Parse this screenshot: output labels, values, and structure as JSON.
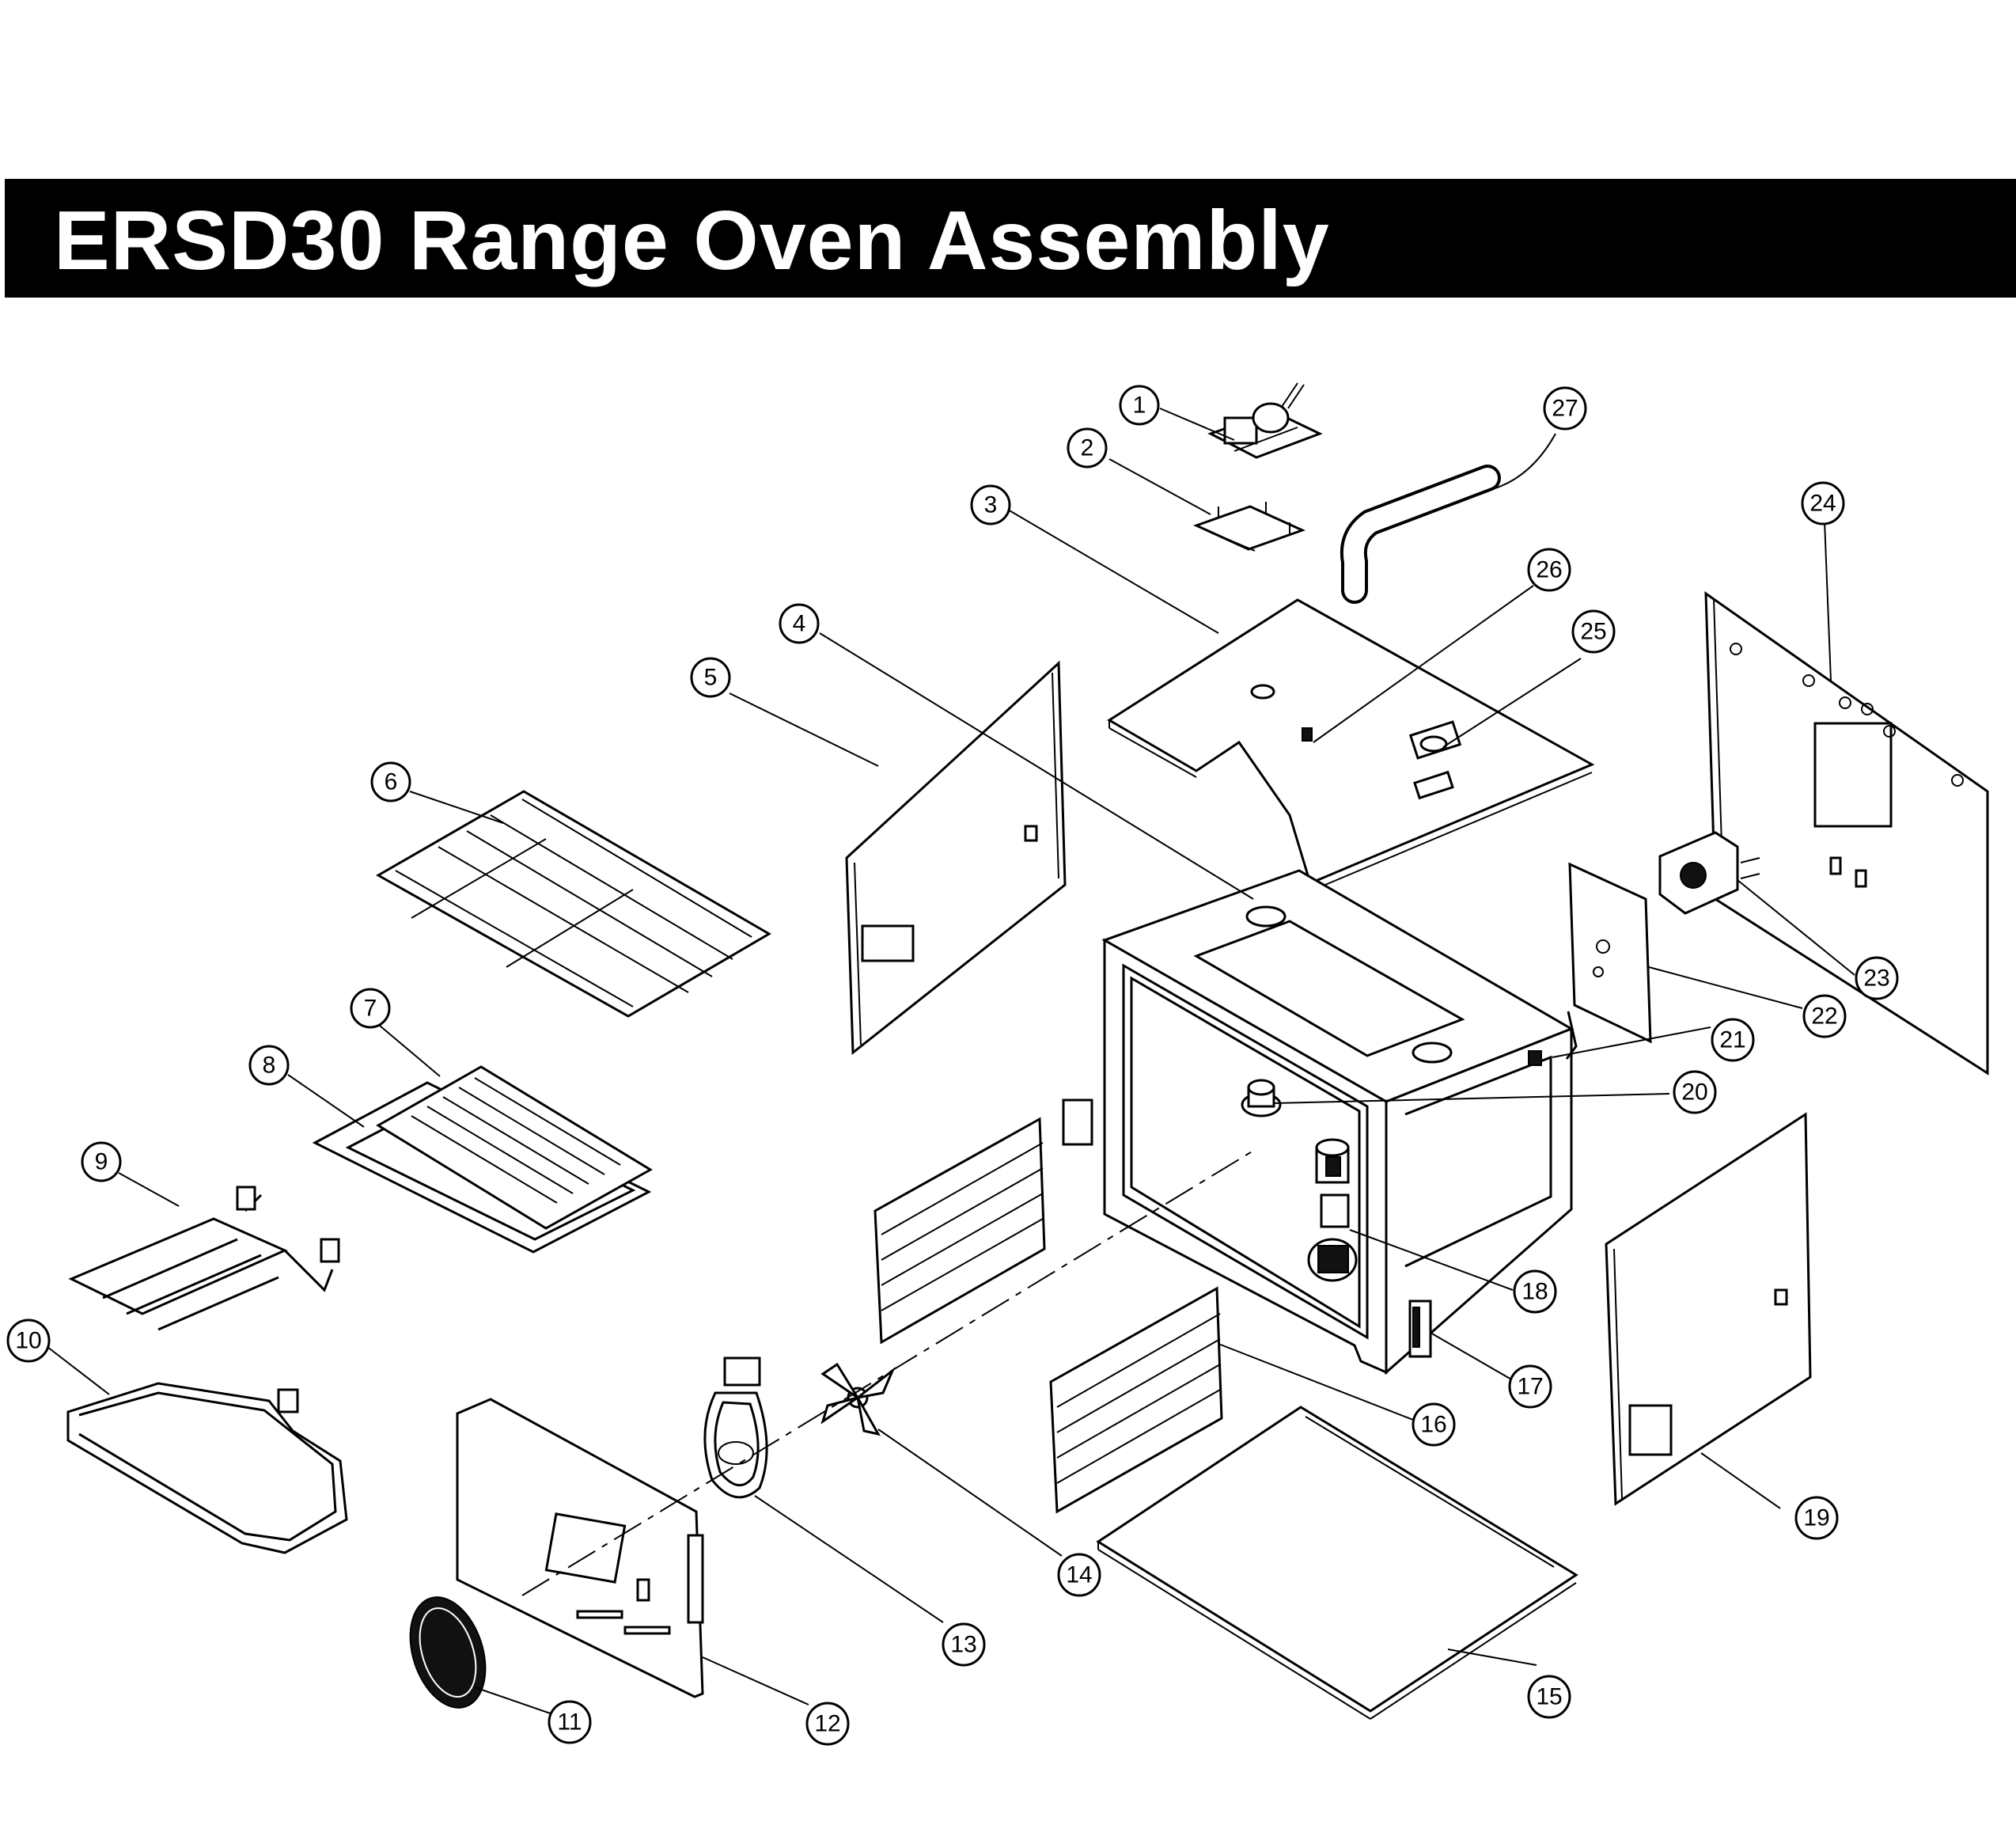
{
  "title": "ERSD30 Range Oven Assembly",
  "callouts": [
    {
      "id": "callout-1",
      "label": "1"
    },
    {
      "id": "callout-2",
      "label": "2"
    },
    {
      "id": "callout-3",
      "label": "3"
    },
    {
      "id": "callout-4",
      "label": "4"
    },
    {
      "id": "callout-5",
      "label": "5"
    },
    {
      "id": "callout-6",
      "label": "6"
    },
    {
      "id": "callout-7",
      "label": "7"
    },
    {
      "id": "callout-8",
      "label": "8"
    },
    {
      "id": "callout-9",
      "label": "9"
    },
    {
      "id": "callout-10",
      "label": "10"
    },
    {
      "id": "callout-11",
      "label": "11"
    },
    {
      "id": "callout-12",
      "label": "12"
    },
    {
      "id": "callout-13",
      "label": "13"
    },
    {
      "id": "callout-14",
      "label": "14"
    },
    {
      "id": "callout-15",
      "label": "15"
    },
    {
      "id": "callout-16",
      "label": "16"
    },
    {
      "id": "callout-17",
      "label": "17"
    },
    {
      "id": "callout-18",
      "label": "18"
    },
    {
      "id": "callout-19",
      "label": "19"
    },
    {
      "id": "callout-20",
      "label": "20"
    },
    {
      "id": "callout-21",
      "label": "21"
    },
    {
      "id": "callout-22",
      "label": "22"
    },
    {
      "id": "callout-23",
      "label": "23"
    },
    {
      "id": "callout-24",
      "label": "24"
    },
    {
      "id": "callout-25",
      "label": "25"
    },
    {
      "id": "callout-26",
      "label": "26"
    },
    {
      "id": "callout-27",
      "label": "27"
    }
  ]
}
